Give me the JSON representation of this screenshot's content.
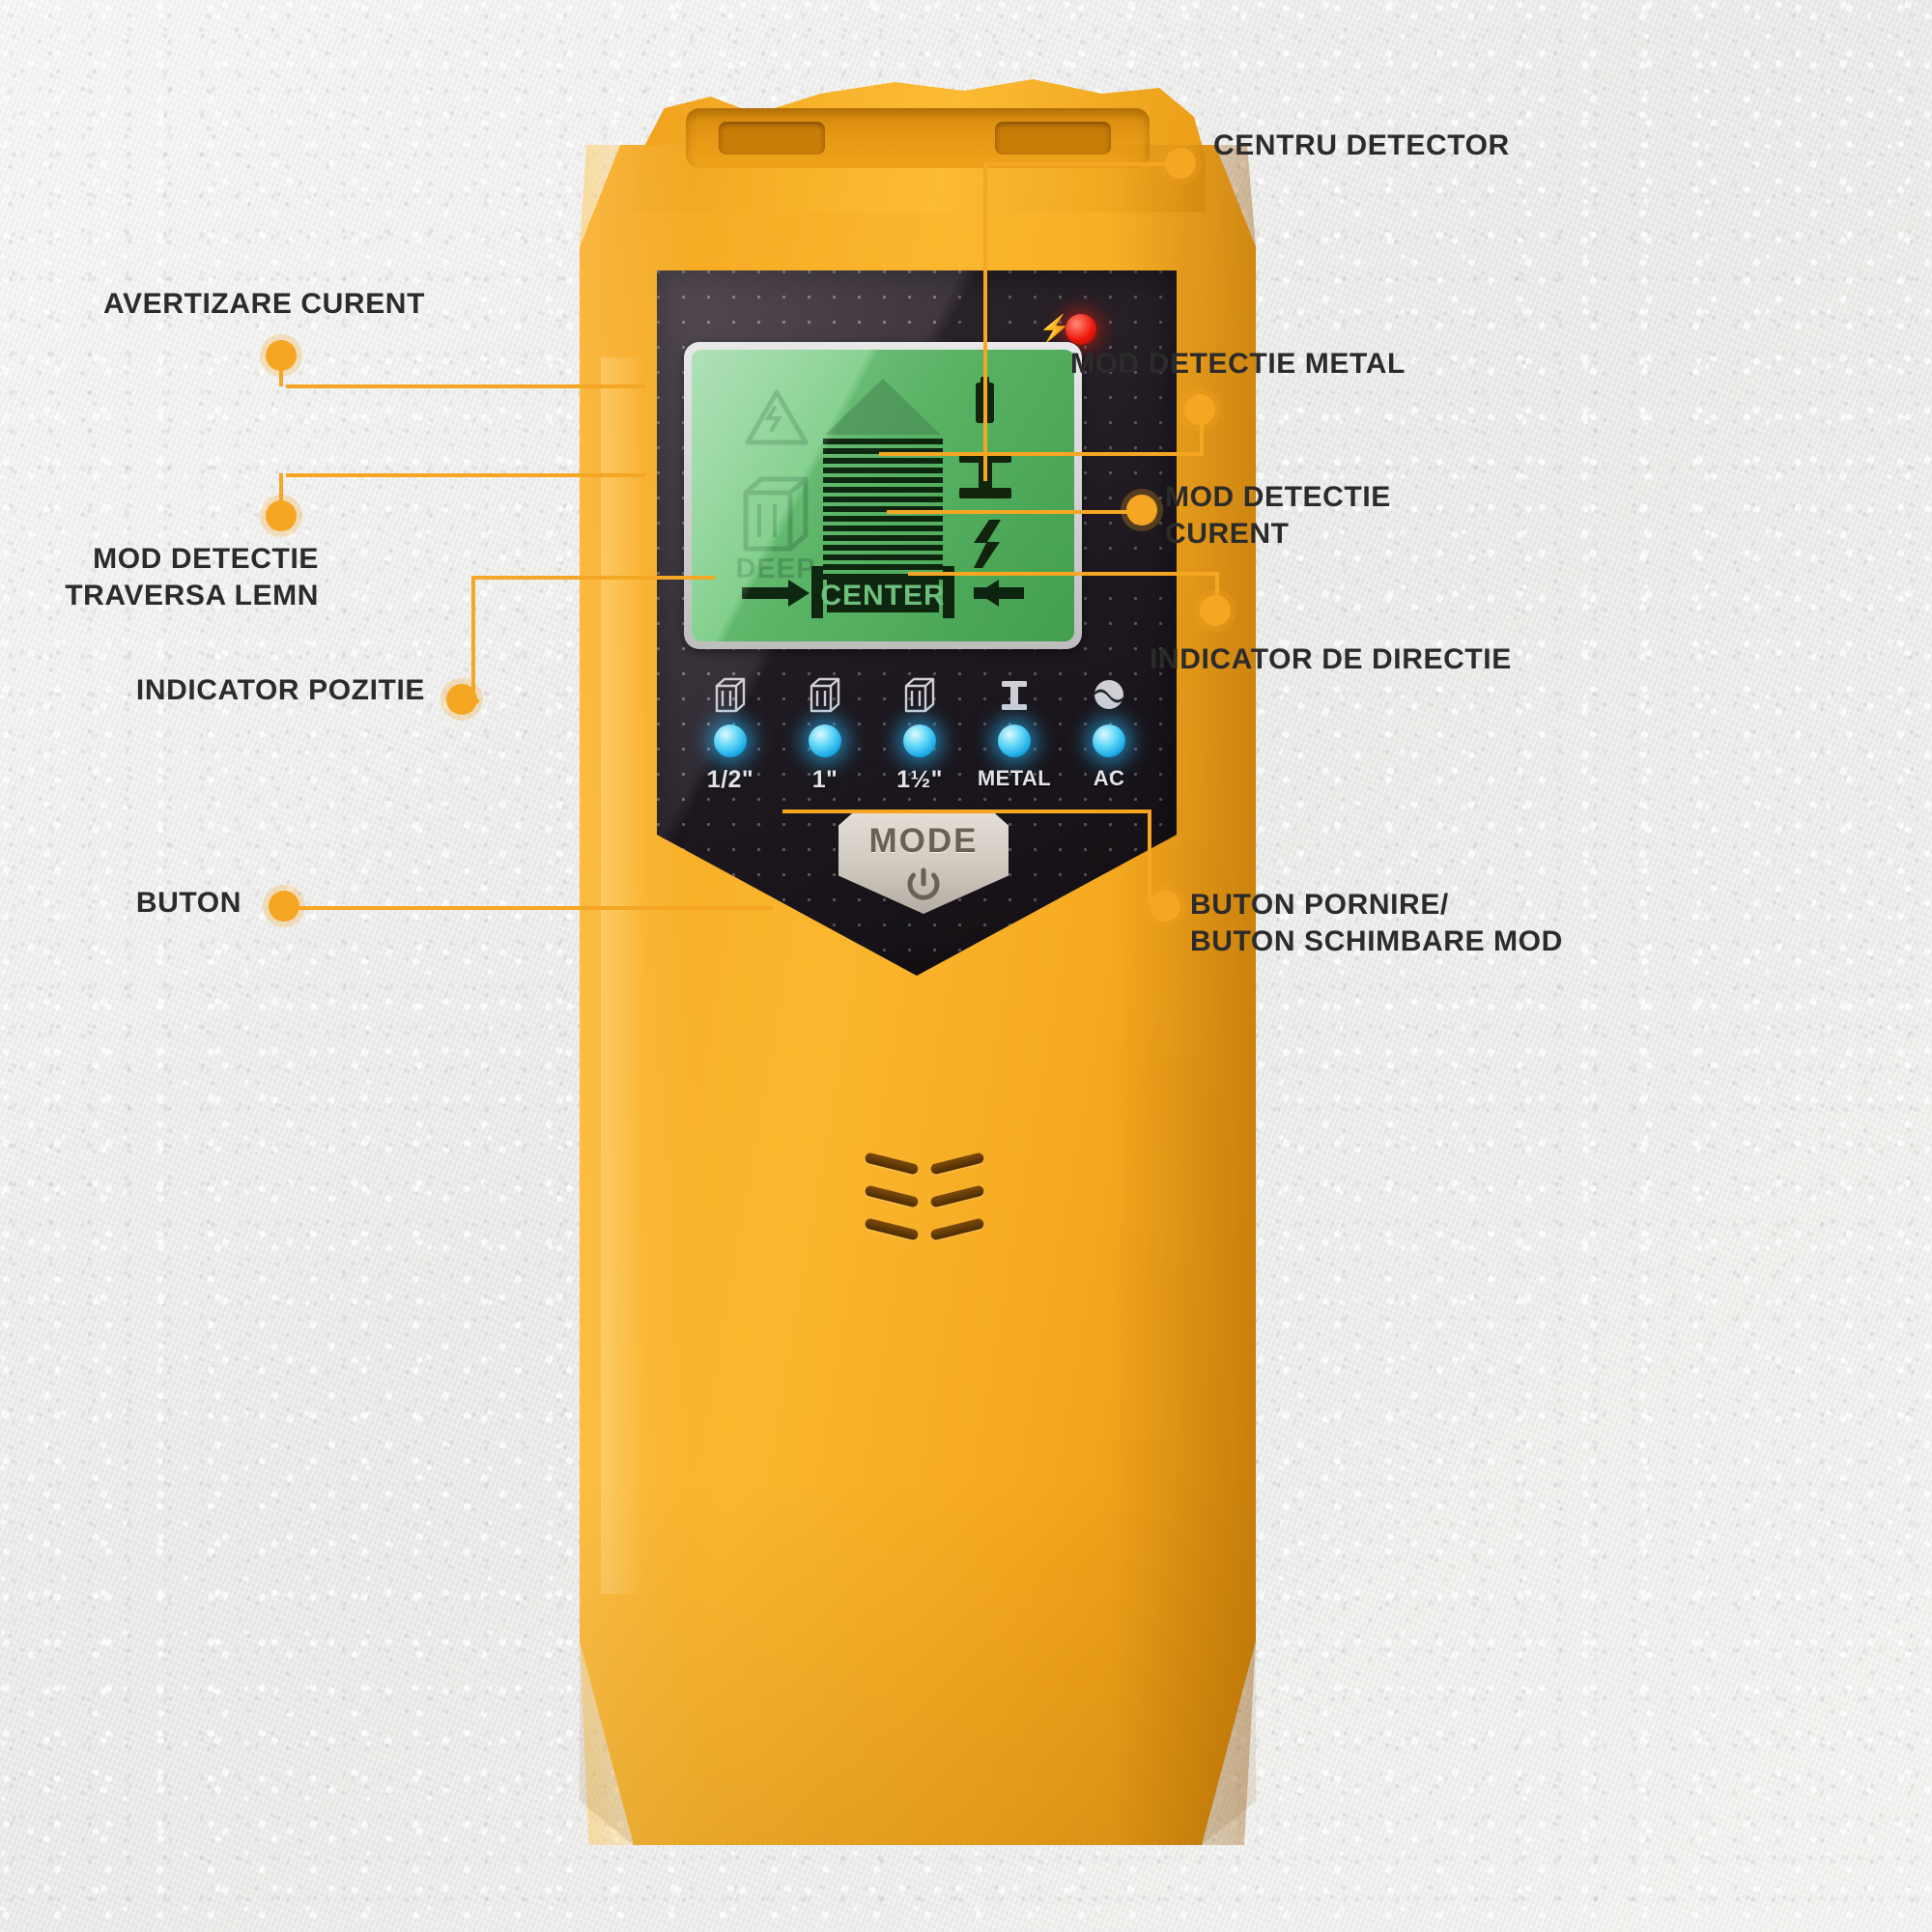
{
  "page": {
    "type": "product-annotation-infographic",
    "language": "ro",
    "background_color": "#eeeeec"
  },
  "colors": {
    "accent": "#f5a623",
    "device_body": "#fbb72f",
    "faceplate": "#2e2630",
    "lcd_green": "#63c46f",
    "led_blue": "#19a8e6",
    "led_red": "#f01a0c",
    "label_text": "#2b2b2b"
  },
  "annotations": [
    {
      "id": "centru-detector",
      "text": "CENTRU DETECTOR",
      "side": "right"
    },
    {
      "id": "mod-detectie-metal",
      "text": "MOD DETECTIE METAL",
      "side": "right"
    },
    {
      "id": "mod-detectie-curent",
      "text": "MOD DETECTIE\nCURENT",
      "side": "right"
    },
    {
      "id": "indicator-de-directie",
      "text": "INDICATOR DE DIRECTIE",
      "side": "right"
    },
    {
      "id": "buton-pornire",
      "text": "BUTON PORNIRE/\nBUTON SCHIMBARE MOD",
      "side": "right"
    },
    {
      "id": "avertizare-curent",
      "text": "AVERTIZARE CURENT",
      "side": "left"
    },
    {
      "id": "mod-detectie-traversa",
      "text": "MOD DETECTIE\nTRAVERSA LEMN",
      "side": "left"
    },
    {
      "id": "indicator-pozitie",
      "text": "INDICATOR POZITIE",
      "side": "left"
    },
    {
      "id": "buton",
      "text": "BUTON",
      "side": "left"
    }
  ],
  "device": {
    "lcd": {
      "center_text": "CENTER",
      "deep_text": "DEEP",
      "icons": [
        {
          "name": "ac-warning-triangle-icon",
          "position": "top-left"
        },
        {
          "name": "deep-stud-cube-icon",
          "position": "mid-left"
        },
        {
          "name": "battery-icon",
          "position": "top-right"
        },
        {
          "name": "metal-ibeam-icon",
          "position": "mid-right"
        },
        {
          "name": "ac-bolt-icon",
          "position": "mid-right-lower"
        },
        {
          "name": "arrow-right-icon",
          "position": "bottom-left"
        },
        {
          "name": "arrow-left-icon",
          "position": "bottom-right"
        },
        {
          "name": "signal-bar-graph",
          "position": "center"
        }
      ]
    },
    "led_indicators": [
      {
        "icon": "stud-cube-icon",
        "label": "1/2\"",
        "state": "on"
      },
      {
        "icon": "stud-cube-icon",
        "label": "1\"",
        "state": "on"
      },
      {
        "icon": "stud-cube-icon",
        "label": "1½\"",
        "state": "on"
      },
      {
        "icon": "metal-ibeam-icon",
        "label": "METAL",
        "state": "on"
      },
      {
        "icon": "ac-wave-icon",
        "label": "AC",
        "state": "on"
      }
    ],
    "mode_button": {
      "label": "MODE",
      "icon": "power-icon"
    },
    "status_led": {
      "name": "ac-warning-led",
      "color": "#f01a0c",
      "icon": "bolt-icon"
    }
  }
}
